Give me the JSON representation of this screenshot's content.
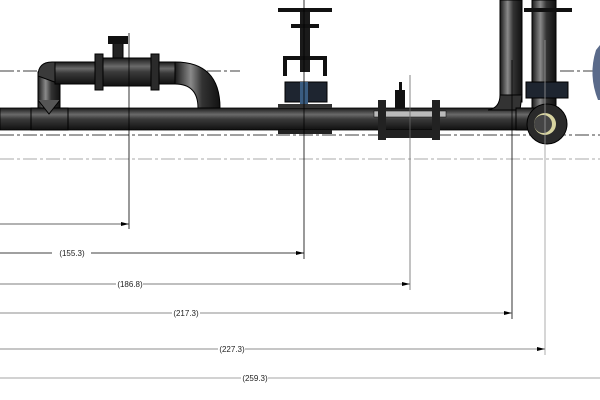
{
  "drawing": {
    "dimensions": [
      {
        "label": "155.3"
      },
      {
        "label": "186.8"
      },
      {
        "label": "217.3"
      },
      {
        "label": "227.3"
      },
      {
        "label": "259.3"
      }
    ],
    "colors": {
      "pipe": "#2e2e2e",
      "highlight": "#d8d4a0",
      "line": "#000000",
      "centerline": "#999999"
    }
  }
}
